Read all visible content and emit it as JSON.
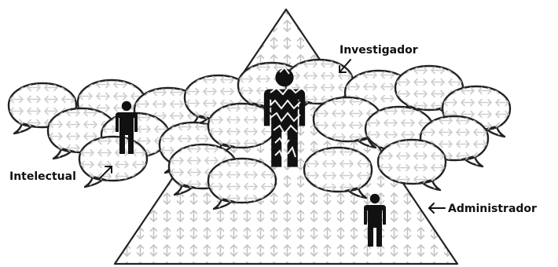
{
  "labels": {
    "investigador": "Investigador",
    "intelectual": "Intelectual",
    "administrador": "Administrador"
  },
  "colors": {
    "outline": "#222222",
    "pattern": "#bdbdbd",
    "figure": "#111111",
    "bubble_fill": "#ffffff"
  },
  "icons": {
    "pyramid_pattern": "up-down-arrow",
    "bubble_pattern": "left-right-arrow",
    "person": "person-icon"
  }
}
